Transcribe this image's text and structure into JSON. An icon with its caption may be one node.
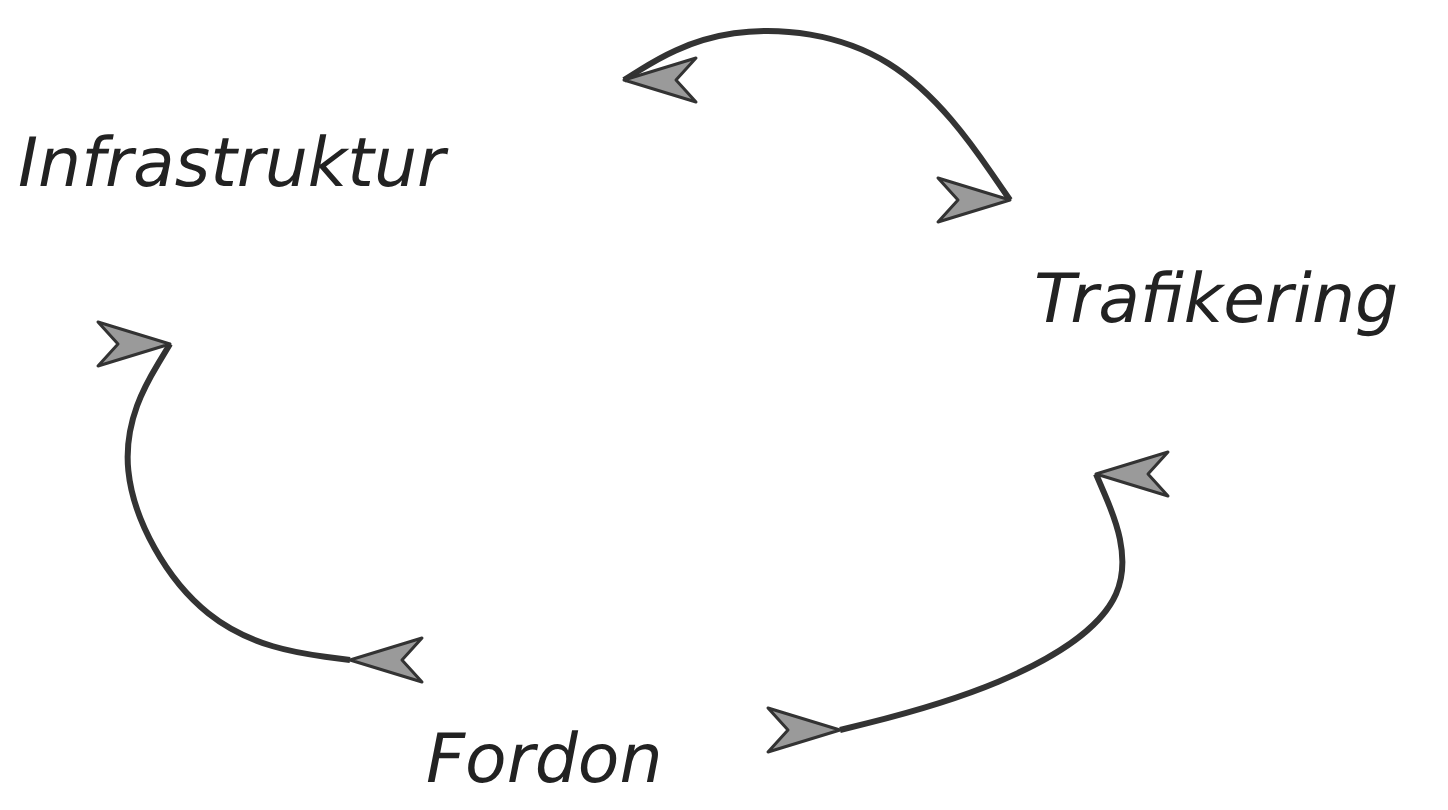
{
  "diagram": {
    "nodes": [
      {
        "text": [
          "Infrastruktur"
        ]
      },
      {
        "text": [
          "Trafikering"
        ]
      },
      {
        "text": [
          "Fordon"
        ]
      }
    ],
    "edges": [
      {
        "from": 0,
        "to": 1,
        "arrow": "both"
      },
      {
        "from": 1,
        "to": 2,
        "arrow": "both"
      },
      {
        "from": 2,
        "to": 0,
        "arrow": "both"
      }
    ]
  }
}
